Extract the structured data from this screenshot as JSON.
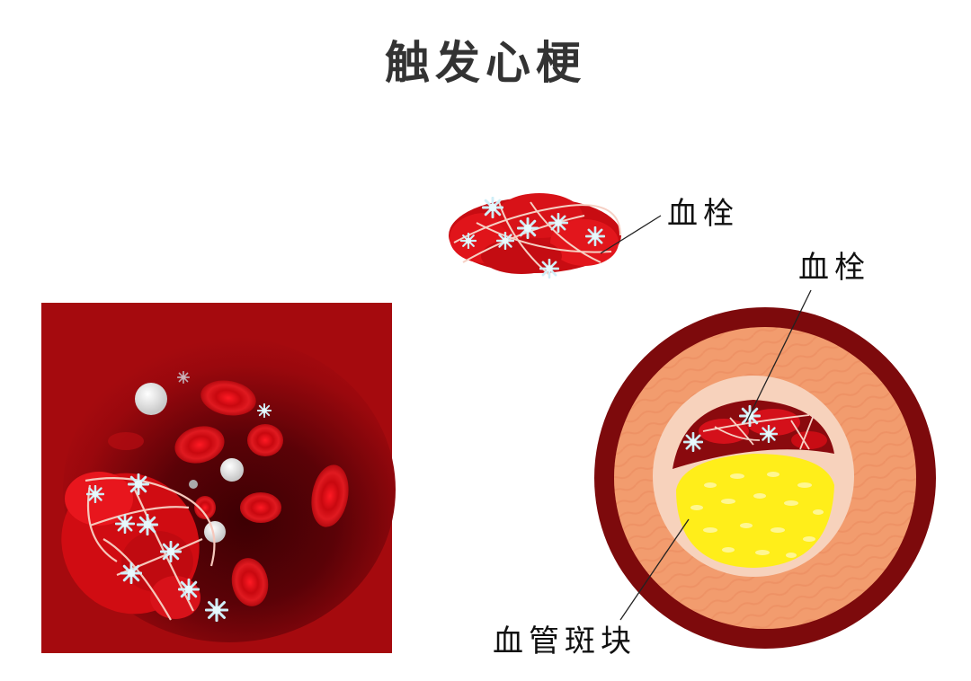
{
  "title": "触发心梗",
  "labels": {
    "clot_small": "血栓",
    "clot_artery": "血栓",
    "plaque": "血管斑块"
  },
  "panels": {
    "left": "blood-vessel-interior-with-clot",
    "top": "isolated-blood-clot",
    "right": "artery-cross-section-with-plaque-and-clot"
  },
  "colors": {
    "title": "#333333",
    "vessel_bg": "#a50a0e",
    "vessel_dark": "#4a0004",
    "rbc": "#e0141c",
    "artery_wall": "#7d0a0c",
    "artery_muscle": "#f29b6e",
    "intima": "#f7d2bc",
    "plaque": "#ffee1a",
    "platelet": "#cfeef7"
  }
}
